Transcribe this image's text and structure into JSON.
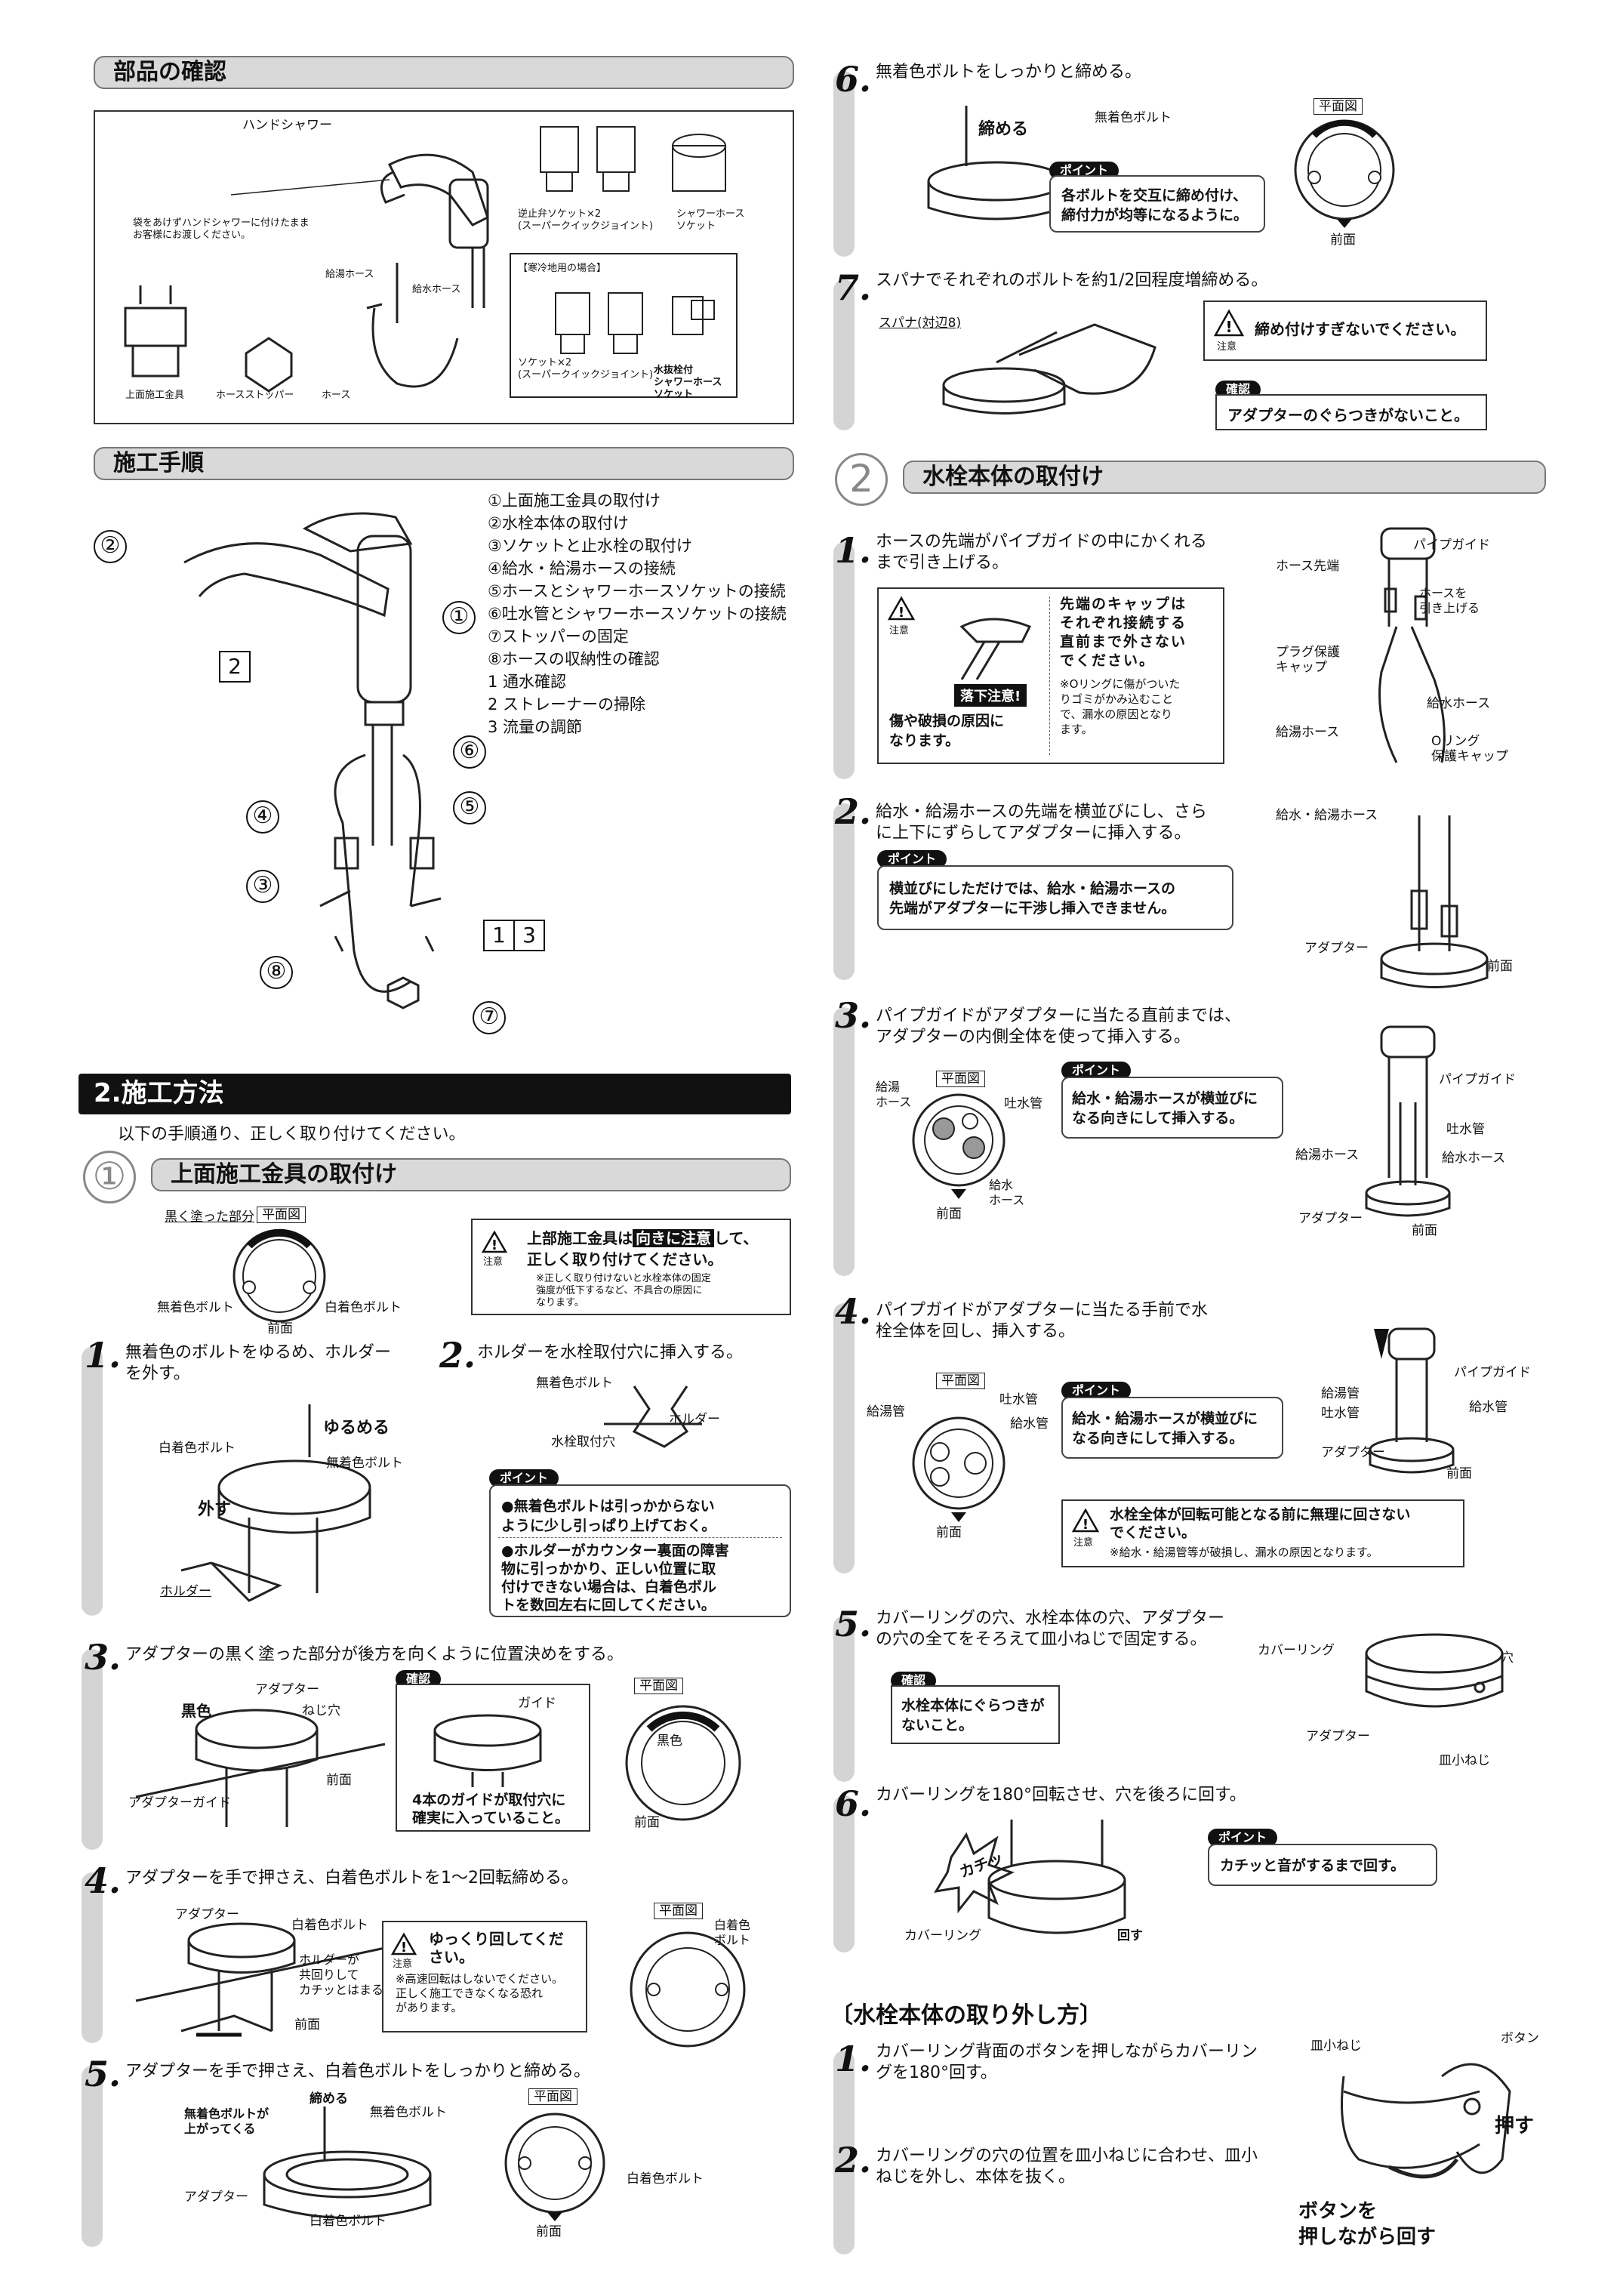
{
  "parts": {
    "title": "部品の確認",
    "hand_shower": "ハンドシャワー",
    "bag_note": "袋をあけずハンドシャワーに付けたまま\nお客様にお渡しください。",
    "check_socket": "逆止弁ソケット×2\n(スーパークイックジョイント)",
    "shower_hose_socket": "シャワーホース\nソケット",
    "hot_hose": "給湯ホース",
    "cold_hose": "給水ホース",
    "cold_region": "【寒冷地用の場合】",
    "socket2": "ソケット×2\n(スーパークイックジョイント)",
    "drain_socket": "水抜栓付\nシャワーホース\nソケット",
    "top_bracket": "上面施工金具",
    "hose_stopper": "ホースストッパー",
    "hose": "ホース"
  },
  "procedure": {
    "title": "施工手順",
    "list": [
      "①上面施工金具の取付け",
      "②水栓本体の取付け",
      "③ソケットと止水栓の取付け",
      "④給水・給湯ホースの接続",
      "⑤ホースとシャワーホースソケットの接続",
      "⑥吐水管とシャワーホースソケットの接続",
      "⑦ストッパーの固定",
      "⑧ホースの収納性の確認",
      "1 通水確認",
      "2 ストレーナーの掃除",
      "3 流量の調節"
    ],
    "callouts": [
      "②",
      "①",
      "⑥",
      "④",
      "⑤",
      "③",
      "⑧",
      "⑦"
    ],
    "box2": "2",
    "box13a": "1",
    "box13b": "3"
  },
  "method": {
    "title": "2.施工方法",
    "intro": "以下の手順通り、正しく取り付けてください。",
    "sec1_num": "①",
    "sec1_title": "上面施工金具の取付け",
    "black_part": "黒く塗った部分",
    "plan_view": "平面図",
    "unplated_bolt": "無着色ボルト",
    "white_bolt": "白着色ボルト",
    "front": "前面",
    "warn_top": "上部施工金具は",
    "warn_hl": "向きに注意",
    "warn_rest": "して、\n正しく取り付けてください。",
    "warn_note": "※正しく取り付けないと水栓本体の固定\n強度が低下するなど、不具合の原因に\nなります。",
    "caution": "注意",
    "s1": "無着色のボルトをゆるめ、ホルダー\nを外す。",
    "s1_loosen": "ゆるめる",
    "s1_white": "白着色ボルト",
    "s1_unplated": "無着色ボルト",
    "s1_remove": "外す",
    "s1_holder": "ホルダー",
    "s2": "ホルダーを水栓取付穴に挿入する。",
    "s2_unplated": "無着色ボルト",
    "s2_holder": "ホルダー",
    "s2_hole": "水栓取付穴",
    "point": "ポイント",
    "s2_p1": "●無着色ボルトは引っかからない\nように少し引っぱり上げておく。",
    "s2_p2": "●ホルダーがカウンター裏面の障害\n物に引っかかり、正しい位置に取\n付けできない場合は、白着色ボル\nトを数回左右に回してください。",
    "s3": "アダプターの黒く塗った部分が後方を向くように位置決めをする。",
    "s3_adapter": "アダプター",
    "s3_black": "黒色",
    "s3_screw": "ねじ穴",
    "s3_guide": "アダプターガイド",
    "s3_front": "前面",
    "confirm": "確認",
    "s3_guide2": "ガイド",
    "s3_confirm": "4本のガイドが取付穴に\n確実に入っていること。",
    "s3_plan": "平面図",
    "s3_black2": "黒色",
    "s3_front2": "前面",
    "s4": "アダプターを手で押さえ、白着色ボルトを1〜2回転締める。",
    "s4_adapter": "アダプター",
    "s4_white": "白着色ボルト",
    "s4_holder": "ホルダーが\n共回りして\nカチッとはまる",
    "s4_front": "前面",
    "s4_warn": "ゆっくり回してくだ\nさい。",
    "s4_warn_note": "※高速回転はしないでください。\n正しく施工できなくなる恐れ\nがあります。",
    "s4_plan": "平面図",
    "s4_white2": "白着色\nボルト",
    "s5": "アダプターを手で押さえ、白着色ボルトをしっかりと締める。",
    "s5_tighten": "締める",
    "s5_rising": "無着色ボルトが\n上がってくる",
    "s5_unplated": "無着色ボルト",
    "s5_adapter": "アダプター",
    "s5_white": "白着色ボルト",
    "s5_plan": "平面図",
    "s5_white2": "白着色ボルト",
    "s5_front": "前面"
  },
  "right": {
    "s6": "無着色ボルトをしっかりと締める。",
    "s6_tighten": "締める",
    "s6_unplated": "無着色ボルト",
    "s6_plan": "平面図",
    "s6_point": "各ボルトを交互に締め付け、\n締付力が均等になるように。",
    "s6_front": "前面",
    "s7": "スパナでそれぞれのボルトを約1/2回程度増締める。",
    "s7_spanner": "スパナ(対辺8)",
    "s7_warn": "締め付けすぎないでください。",
    "s7_confirm": "アダプターのぐらつきがないこと。",
    "sec2_num": "2",
    "sec2_title": "水栓本体の取付け",
    "b1": "ホースの先端がパイプガイドの中にかくれる\nまで引き上げる。",
    "b1_warn": "先端のキャップは\nそれぞれ接続する\n直前まで外さない\nでください。",
    "b1_warn_note": "※Oリングに傷がついた\nりゴミがかみ込むこと\nで、漏水の原因となり\nます。",
    "b1_drop": "落下注意!",
    "b1_drop_note": "傷や破損の原因に\nなります。",
    "b1_pipe_guide": "パイプガイド",
    "b1_hose_tip": "ホース先端",
    "b1_pull": "ホースを\n引き上げる",
    "b1_plug": "プラグ保護\nキャップ",
    "b1_cold": "給水ホース",
    "b1_hot": "給湯ホース",
    "b1_oring": "Oリング\n保護キャップ",
    "b2": "給水・給湯ホースの先端を横並びにし、さら\nに上下にずらしてアダプターに挿入する。",
    "b2_point": "横並びにしただけでは、給水・給湯ホースの\n先端がアダプターに干渉し挿入できません。",
    "b2_hoses": "給水・給湯ホース",
    "b2_adapter": "アダプター",
    "b2_front": "前面",
    "b3": "パイプガイドがアダプターに当たる直前までは、\nアダプターの内側全体を使って挿入する。",
    "b3_plan": "平面図",
    "b3_hot": "給湯\nホース",
    "b3_spout": "吐水管",
    "b3_cold": "給水\nホース",
    "b3_front": "前面",
    "b3_point": "給水・給湯ホースが横並びに\nなる向きにして挿入する。",
    "b3_pipe_guide": "パイプガイド",
    "b3_spout2": "吐水管",
    "b3_hot2": "給湯ホース",
    "b3_cold2": "給水ホース",
    "b3_adapter": "アダプター",
    "b3_front2": "前面",
    "b4": "パイプガイドがアダプターに当たる手前で水\n栓全体を回し、挿入する。",
    "b4_plan": "平面図",
    "b4_spout": "吐水管",
    "b4_hot": "給湯管",
    "b4_cold": "給水管",
    "b4_front": "前面",
    "b4_point": "給水・給湯ホースが横並びに\nなる向きにして挿入する。",
    "b4_pipe_guide": "パイプガイド",
    "b4_hot2": "給湯管",
    "b4_spout2": "吐水管",
    "b4_cold2": "給水管",
    "b4_adapter": "アダプター",
    "b4_front2": "前面",
    "b4_warn": "水栓全体が回転可能となる前に無理に回さない\nでください。",
    "b4_warn_note": "※給水・給湯管等が破損し、漏水の原因となります。",
    "b5": "カバーリングの穴、水栓本体の穴、アダプター\nの穴の全てをそろえて皿小ねじで固定する。",
    "b5_confirm": "水栓本体にぐらつきが\nないこと。",
    "b5_cover": "カバーリング",
    "b5_hole": "穴",
    "b5_adapter": "アダプター",
    "b5_screw": "皿小ねじ",
    "b6": "カバーリングを180°回転させ、穴を後ろに回す。",
    "b6_click": "カチッ",
    "b6_cover": "カバーリング",
    "b6_turn": "回す",
    "b6_point": "カチッと音がするまで回す。",
    "removal_title": "〔水栓本体の取り外し方〕",
    "r1": "カバーリング背面のボタンを押しながらカバーリン\nグを180°回す。",
    "r2": "カバーリングの穴の位置を皿小ねじに合わせ、皿小\nねじを外し、本体を抜く。",
    "r_screw": "皿小ねじ",
    "r_button": "ボタン",
    "r_push": "押す",
    "r_turn": "ボタンを\n押しながら回す"
  },
  "step_numbers": [
    "1.",
    "2.",
    "3.",
    "4.",
    "5.",
    "6.",
    "7."
  ]
}
